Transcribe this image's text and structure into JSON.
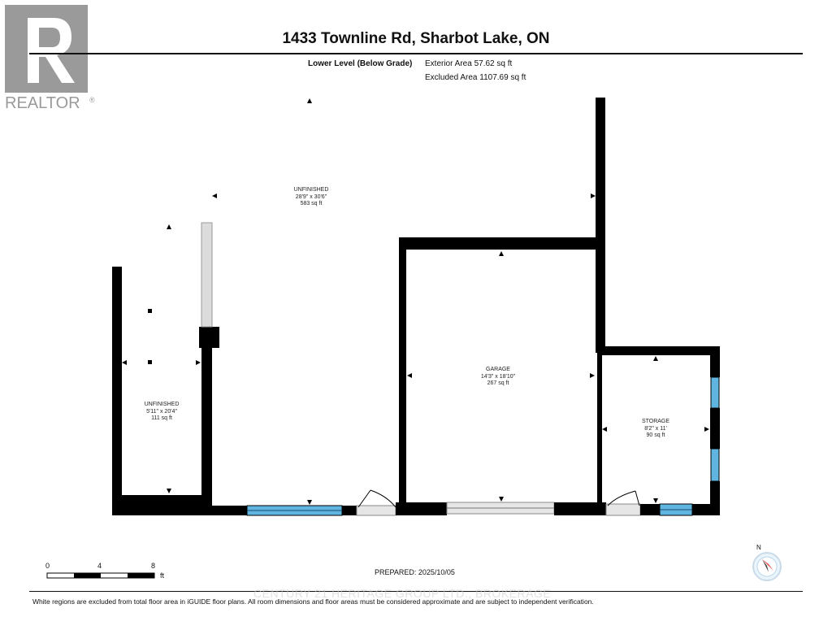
{
  "header": {
    "title": "1433 Townline Rd, Sharbot Lake, ON",
    "level_label": "Lower Level (Below Grade)",
    "exterior_area": "Exterior Area 57.62 sq ft",
    "excluded_area": "Excluded Area 1107.69 sq ft"
  },
  "logo": {
    "text": "REALTOR",
    "mark": "®"
  },
  "rooms": [
    {
      "name": "UNFINISHED",
      "dims": "28'9\" x 30'6\"",
      "area": "583 sq ft"
    },
    {
      "name": "UNFINISHED",
      "dims": "5'11\" x 20'4\"",
      "area": "111 sq ft"
    },
    {
      "name": "GARAGE",
      "dims": "14'3\" x 18'10\"",
      "area": "267 sq ft"
    },
    {
      "name": "STORAGE",
      "dims": "8'2\" x 11'",
      "area": "90 sq ft"
    }
  ],
  "scale": {
    "ticks": [
      "0",
      "4",
      "8"
    ],
    "unit": "ft"
  },
  "compass": {
    "label": "N"
  },
  "footer": {
    "prepared": "PREPARED: 2025/10/05",
    "watermark": "CENTURY 21 HERITAGE GROUP LTD., BROKERAGE",
    "disclaimer": "White regions are excluded from total floor area in iGUIDE floor plans. All room dimensions and floor areas must be considered approximate and are subject to independent verification."
  },
  "colors": {
    "wall": "#000000",
    "window": "#5fb4e0",
    "door": "#e6e6e6",
    "accent_compass": "#e03a3a",
    "logo": "#9a9a9a"
  }
}
